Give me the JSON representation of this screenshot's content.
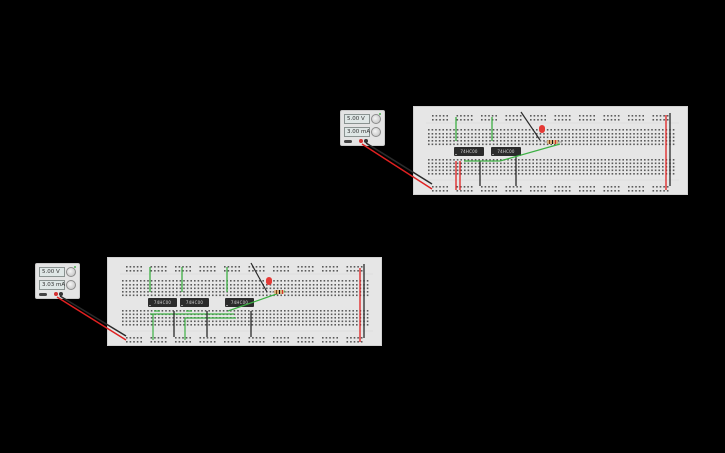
{
  "canvas": {
    "background": "#000000"
  },
  "circuits": [
    {
      "id": "top",
      "power_supply": {
        "voltage": "5.00 V",
        "current": "3.00 mA"
      },
      "chips": [
        {
          "label": "74HC00"
        },
        {
          "label": "74HC00"
        }
      ],
      "components": {
        "led_color": "#e53935",
        "resistor": "resistor"
      }
    },
    {
      "id": "bottom",
      "power_supply": {
        "voltage": "5.00 V",
        "current": "3.03 mA"
      },
      "chips": [
        {
          "label": "74HC00"
        },
        {
          "label": "74HC00"
        },
        {
          "label": "74HC00"
        }
      ],
      "components": {
        "led_color": "#e53935",
        "resistor": "resistor"
      }
    }
  ],
  "colors": {
    "wire_red": "#e02020",
    "wire_black": "#2a2a2a",
    "wire_green": "#3cb043",
    "breadboard": "#e6e6e6",
    "chip": "#2b2b2b"
  }
}
